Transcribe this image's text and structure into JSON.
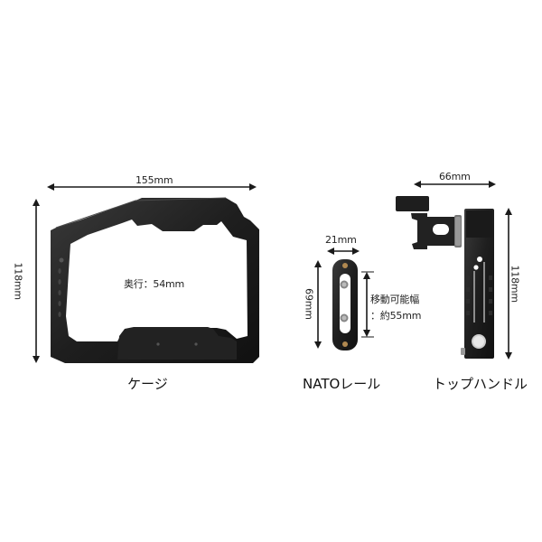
{
  "products": {
    "cage": {
      "label": "ケージ",
      "width": "155mm",
      "height": "118mm",
      "depth": "奥行：54mm"
    },
    "nato_rail": {
      "label": "NATOレール",
      "width": "21mm",
      "height": "69mm",
      "travel_line1": "移動可能幅",
      "travel_line2": "：約55mm"
    },
    "top_handle": {
      "label": "トップハンドル",
      "width": "66mm",
      "height": "118mm"
    }
  },
  "colors": {
    "background": "#ffffff",
    "product_black": "#1c1c1c",
    "arrow": "#1a1a1a",
    "brass": "#b08850"
  }
}
